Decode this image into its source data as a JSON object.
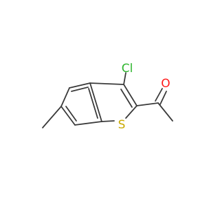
{
  "molecule": {
    "atoms": {
      "chlorine": "Cl",
      "sulfur": "S",
      "oxygen": "O"
    },
    "colors": {
      "bond": "#3a3a3a",
      "chlorine": "#2db52d",
      "sulfur": "#c9a900",
      "oxygen": "#ff1a1a"
    }
  }
}
